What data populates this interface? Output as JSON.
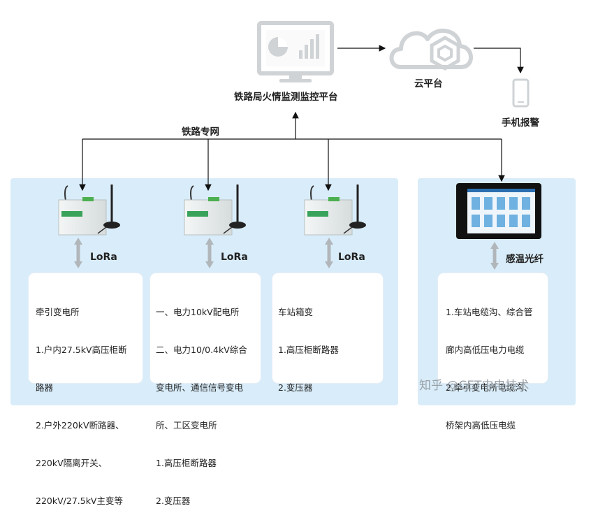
{
  "top": {
    "platform_label": "铁路局火情监测监控平台",
    "cloud_label": "云平台",
    "phone_label": "手机报警",
    "network_label": "铁路专网"
  },
  "units": [
    {
      "link": "LoRa",
      "lines": [
        "牵引变电所",
        "1.户内27.5kV高压柜断",
        "路器",
        "2.户外220kV断路器、",
        "220kV隔离开关、",
        "220kV/27.5kV主变等"
      ]
    },
    {
      "link": "LoRa",
      "lines": [
        "一、电力10kV配电所",
        "二、电力10/0.4kV综合",
        "变电所、通信信号变电",
        "所、工区变电所",
        "1.高压柜断路器",
        "2.变压器"
      ]
    },
    {
      "link": "LoRa",
      "lines": [
        "车站箱变",
        "1.高压柜断路器",
        "2.变压器"
      ]
    }
  ],
  "fiber": {
    "link": "感温光纤",
    "lines": [
      "1.车站电缆沟、综合管",
      "廊内高低压电力电缆",
      "2.牵引变电所电缆沟、",
      "桥架内高低压电缆"
    ]
  },
  "watermark": "知乎 @CET中电技术"
}
